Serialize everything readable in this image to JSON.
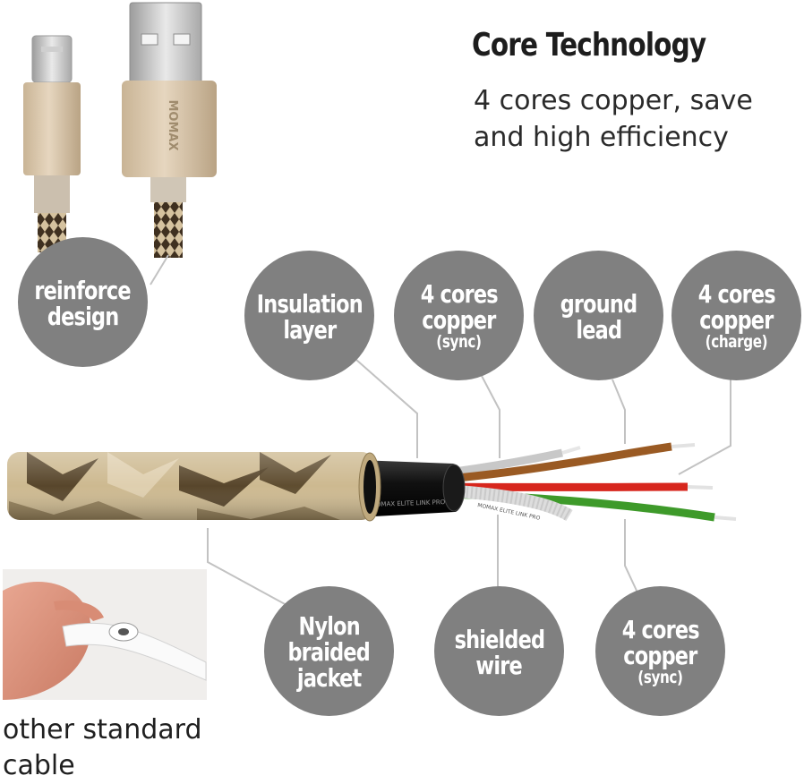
{
  "header": {
    "title": "Core Technology",
    "lines": [
      "4 cores copper, save",
      "and high efficiency"
    ]
  },
  "callouts": {
    "reinforce": {
      "lines": [
        "reinforce",
        "design"
      ]
    },
    "insulation": {
      "lines": [
        "Insulation",
        "layer"
      ]
    },
    "copper_sync_top": {
      "lines": [
        "4 cores",
        "copper"
      ],
      "note": "(sync)"
    },
    "ground": {
      "lines": [
        "ground",
        "lead"
      ]
    },
    "copper_charge": {
      "lines": [
        "4 cores",
        "copper"
      ],
      "note": "(charge)"
    },
    "nylon": {
      "lines": [
        "Nylon",
        "braided",
        "jacket"
      ]
    },
    "shielded": {
      "lines": [
        "shielded",
        "wire"
      ]
    },
    "copper_sync_bottom": {
      "lines": [
        "4 cores",
        "copper"
      ],
      "note": "(sync)"
    }
  },
  "product": {
    "brand": "MOMAX",
    "print_jacket": "MOMAX ELITE LINK PRO",
    "print_wire": "MOMAX ELITE LINK PRO"
  },
  "comparison": {
    "caption_lines": [
      "other standard",
      "cable"
    ]
  },
  "colors": {
    "bubble": "#808080",
    "leader": "#c2c2c2",
    "braid_light": "#cdb990",
    "braid_dark": "#4b3a20",
    "jacket_black": "#121212",
    "wire_brown": "#9a5a23",
    "wire_red": "#d7261d",
    "wire_green": "#3e9a2a",
    "wire_white": "#e8e8e8",
    "gold": "#d8c5a8"
  }
}
